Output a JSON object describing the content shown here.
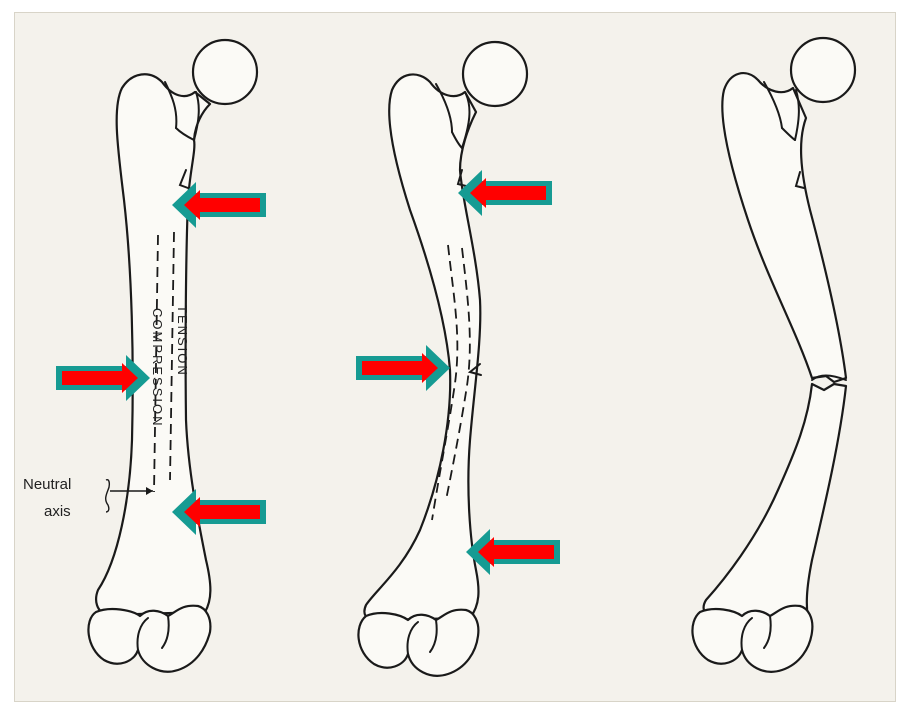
{
  "labels": {
    "tension": "TENSION",
    "compression": "COMPRESSION",
    "neutral": "Neutral",
    "axis": "axis"
  },
  "colors": {
    "arrow_fill": "#ff0000",
    "arrow_border": "#169b93",
    "ink": "#1a1a1a",
    "paper": "#f4f2ec"
  },
  "panels": [
    {
      "name": "femur-bending-load",
      "arrows": [
        "left-pointing top",
        "right-pointing middle",
        "left-pointing bottom"
      ]
    },
    {
      "name": "femur-crack-initiation",
      "arrows": [
        "left-pointing top",
        "right-pointing middle",
        "left-pointing bottom"
      ]
    },
    {
      "name": "femur-fractured",
      "arrows": []
    }
  ],
  "icons": [
    "arrow-left-icon",
    "arrow-right-icon"
  ]
}
